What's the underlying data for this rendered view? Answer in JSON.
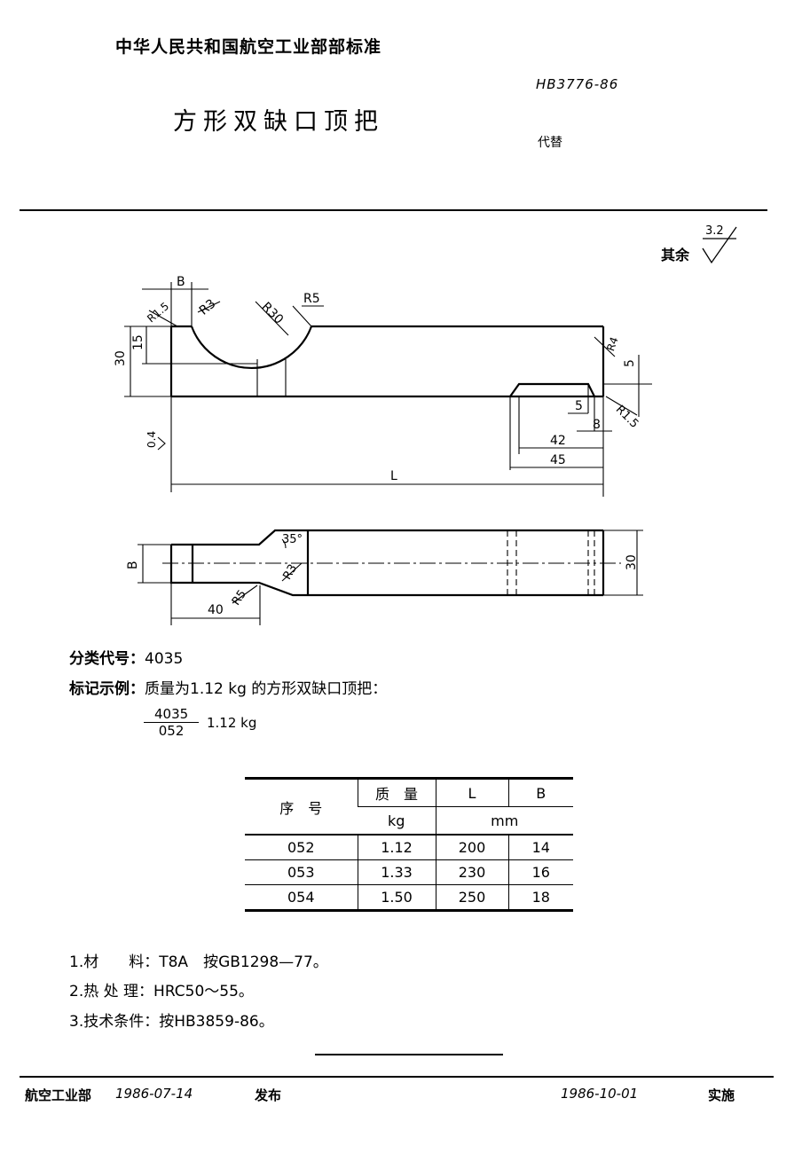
{
  "header": {
    "organization": "中华人民共和国航空工业部部标准",
    "title": "方形双缺口顶把",
    "standard_no": "HB3776-86",
    "replaces": "代替"
  },
  "roughness": {
    "label": "其余",
    "value": "3.2"
  },
  "drawing": {
    "dims": {
      "B": "B",
      "R1_5": "R1.5",
      "R3": "R3",
      "R30": "R30",
      "R5": "R5",
      "h30": "30",
      "h15": "15",
      "R4": "R4",
      "d5": "5",
      "w5": "5",
      "w8": "8",
      "R1_5b": "R1.5",
      "d42": "42",
      "d45": "45",
      "L": "L",
      "rough04": "0.4",
      "angle": "35°",
      "R3b": "R3",
      "R5b": "R5",
      "d40": "40",
      "Bside": "B",
      "w30": "30"
    }
  },
  "info": {
    "class_label": "分类代号：",
    "class_code": "4035",
    "mark_label": "标记示例：",
    "mark_text": "质量为1.12 kg 的方形双缺口顶把：",
    "frac_top": "4035",
    "frac_bottom": "052",
    "frac_mass": "1.12 kg"
  },
  "table": {
    "headers": {
      "seq": "序　号",
      "mass": "质　量",
      "L": "L",
      "B": "B",
      "mass_unit": "kg",
      "len_unit": "mm"
    },
    "rows": [
      {
        "seq": "052",
        "mass": "1.12",
        "L": "200",
        "B": "14"
      },
      {
        "seq": "053",
        "mass": "1.33",
        "L": "230",
        "B": "16"
      },
      {
        "seq": "054",
        "mass": "1.50",
        "L": "250",
        "B": "18"
      }
    ]
  },
  "notes": [
    {
      "label": "1.材　　料：",
      "value": "T8A　按GB1298—77。"
    },
    {
      "label": "2.热 处 理：",
      "value": "HRC50～55。"
    },
    {
      "label": "3.技术条件：",
      "value": "按HB3859-86。"
    }
  ],
  "footer": {
    "issuer": "航空工业部",
    "issue_date": "1986-07-14",
    "issue_word": "发布",
    "effective_date": "1986-10-01",
    "effective_word": "实施"
  }
}
